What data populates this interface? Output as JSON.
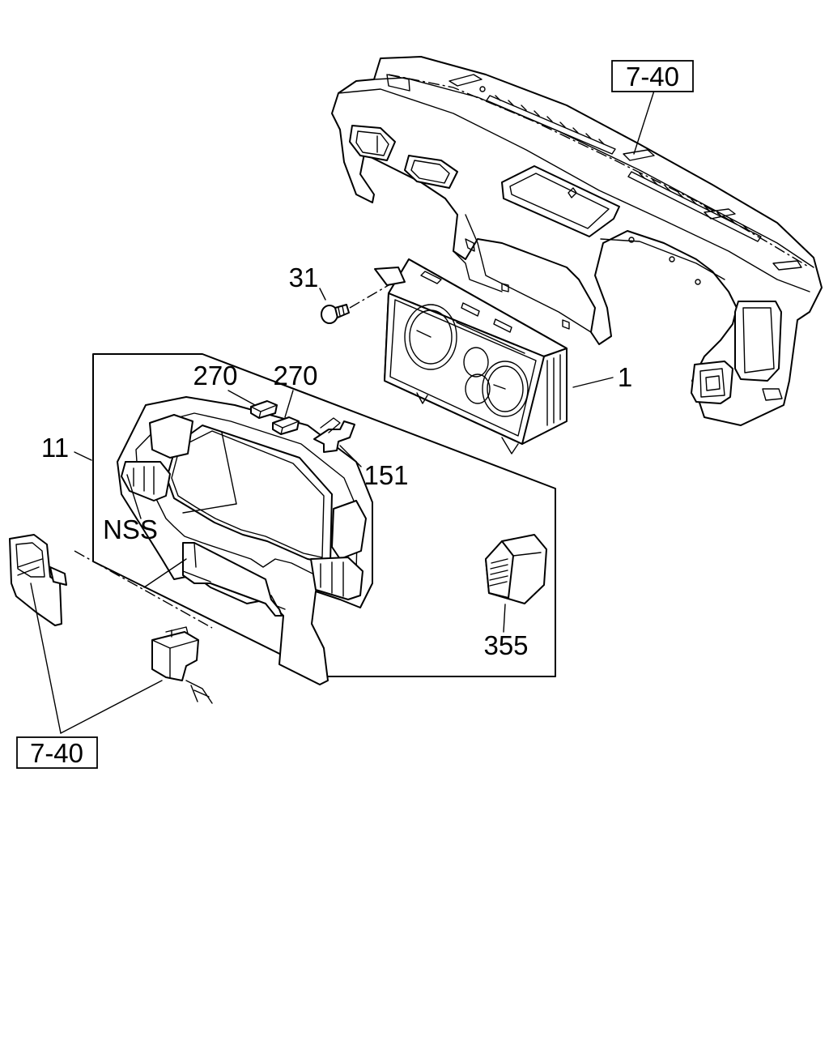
{
  "labels": {
    "ref_top": "7-40",
    "ref_bottom": "7-40",
    "part_1": "1",
    "part_11": "11",
    "part_31": "31",
    "part_151": "151",
    "part_270_a": "270",
    "part_270_b": "270",
    "part_355": "355",
    "nss": "NSS"
  }
}
